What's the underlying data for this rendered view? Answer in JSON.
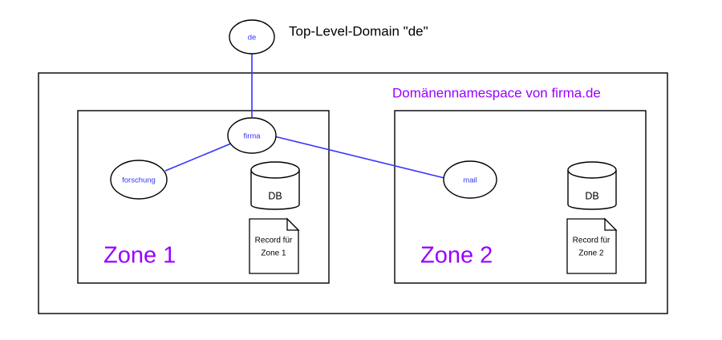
{
  "diagram": {
    "title_text": "Top-Level-Domain \"de\"",
    "namespace_label": "Domänennamespace von firma.de",
    "colors": {
      "node_text": "#3333ff",
      "link": "#3333ff",
      "zone_text": "#9900ff",
      "outline": "#000000",
      "background": "#ffffff"
    },
    "nodes": [
      {
        "id": "de",
        "label": "de"
      },
      {
        "id": "firma",
        "label": "firma"
      },
      {
        "id": "forschung",
        "label": "forschung"
      },
      {
        "id": "mail",
        "label": "mail"
      }
    ],
    "zones": [
      {
        "id": "zone1",
        "label": "Zone 1",
        "db_label": "DB",
        "record_line1": "Record für",
        "record_line2": "Zone 1"
      },
      {
        "id": "zone2",
        "label": "Zone 2",
        "db_label": "DB",
        "record_line1": "Record für",
        "record_line2": "Zone 2"
      }
    ],
    "edges": [
      {
        "from": "de",
        "to": "firma"
      },
      {
        "from": "firma",
        "to": "forschung"
      },
      {
        "from": "firma",
        "to": "mail"
      }
    ]
  }
}
